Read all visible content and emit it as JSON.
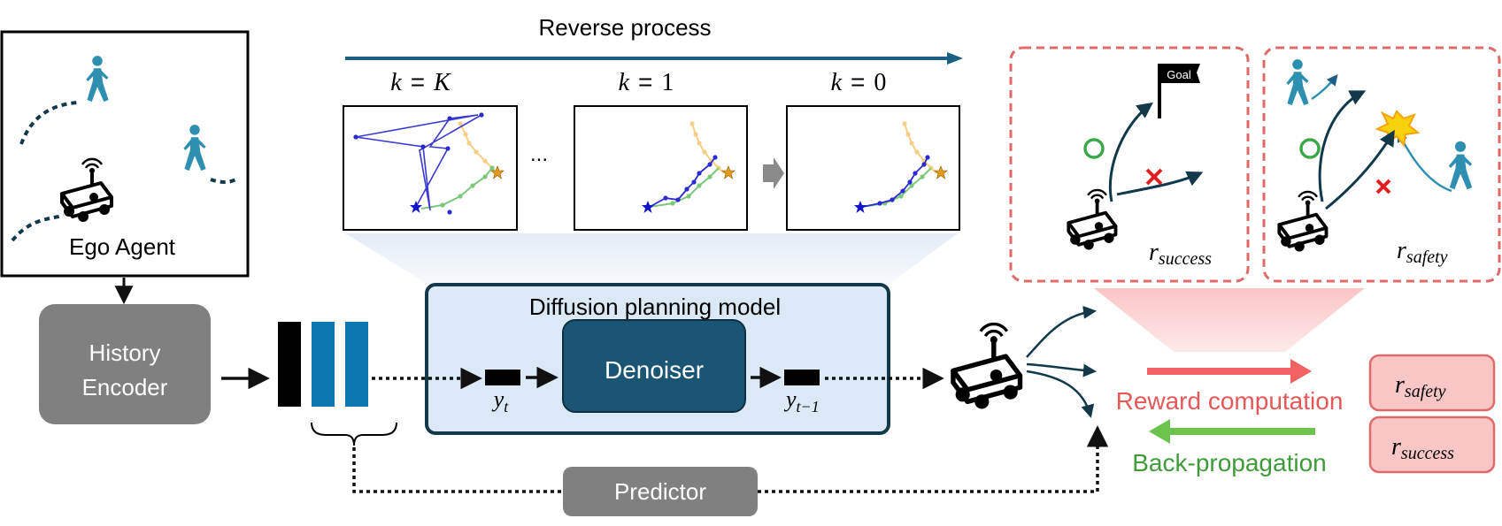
{
  "header": {
    "reverse_process_label": "Reverse process",
    "k_labels": [
      {
        "lhs": "k",
        "eq": "=",
        "rhs": "K"
      },
      {
        "lhs": "k",
        "eq": "=",
        "rhs": "1"
      },
      {
        "lhs": "k",
        "eq": "=",
        "rhs": "0"
      }
    ],
    "ellipsis": "..."
  },
  "ego_panel": {
    "label": "Ego Agent"
  },
  "history_encoder": {
    "line1": "History",
    "line2": "Encoder"
  },
  "diffusion": {
    "title": "Diffusion planning model",
    "denoiser_label": "Denoiser",
    "yt_base": "y",
    "yt_sub": "t",
    "yt1_base": "y",
    "yt1_sub": "t−1"
  },
  "predictor": {
    "label": "Predictor"
  },
  "rewards": {
    "goal_flag_label": "Goal",
    "success_base": "r",
    "success_sub": "success",
    "safety_base": "r",
    "safety_sub": "safety",
    "reward_computation_label": "Reward computation",
    "back_propagation_label": "Back-propagation"
  },
  "colors": {
    "dark_navy": "#12384a",
    "denoiser_fill": "#1a5674",
    "diffusion_bg": "#dbe8f6",
    "encoder_gray": "#808080",
    "pedestrian_teal": "#2f8fb0",
    "token_blue": "#0b76b0",
    "reward_red_text": "#e45858",
    "reward_arrow_red": "#f06262",
    "backprop_green": "#6cc24a",
    "backprop_text": "#3f9b3a",
    "reward_box_fill": "#f9c6c6",
    "reward_box_border": "#e06a6a",
    "panel_dash": "#e06a6a",
    "success_circle": "#3aa84a",
    "fail_cross": "#e02020"
  },
  "icons": [
    "walking-person-icon",
    "robot-car-icon",
    "goal-flag-icon",
    "collision-burst-icon",
    "check-circle-icon",
    "cross-icon",
    "star-icon"
  ]
}
